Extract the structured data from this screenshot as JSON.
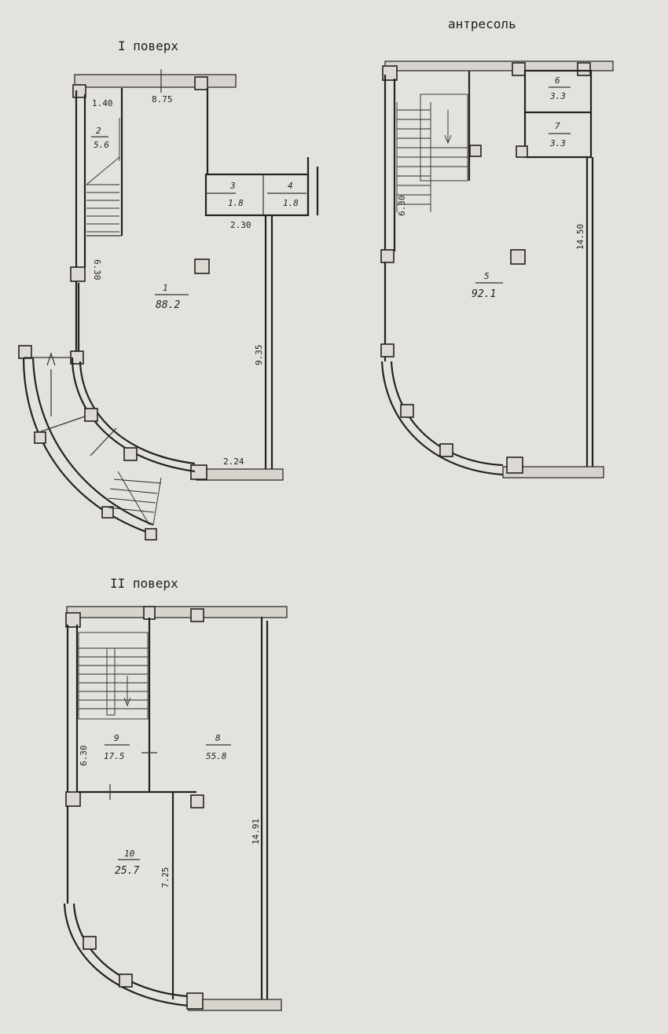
{
  "titles": {
    "floor1": "I поверх",
    "mezzanine": "антресоль",
    "floor2": "II поверх"
  },
  "floor1": {
    "rooms": [
      {
        "num": "2",
        "area": "5.6"
      },
      {
        "num": "3",
        "area": "1.8"
      },
      {
        "num": "4",
        "area": "1.8"
      },
      {
        "num": "1",
        "area": "88.2"
      }
    ],
    "dims": {
      "d1": "1.40",
      "d2": "8.75",
      "d3": "2.30",
      "d4": "6.30",
      "d5": "9.35",
      "d6": "2.24"
    }
  },
  "mezzanine": {
    "rooms": [
      {
        "num": "6",
        "area": "3.3"
      },
      {
        "num": "7",
        "area": "3.3"
      },
      {
        "num": "5",
        "area": "92.1"
      }
    ],
    "dims": {
      "d1": "6.30",
      "d2": "14.50"
    }
  },
  "floor2": {
    "rooms": [
      {
        "num": "9",
        "area": "17.5"
      },
      {
        "num": "8",
        "area": "55.8"
      },
      {
        "num": "10",
        "area": "25.7"
      }
    ],
    "dims": {
      "d1": "6.30",
      "d2": "7.25",
      "d3": "14.91"
    }
  }
}
